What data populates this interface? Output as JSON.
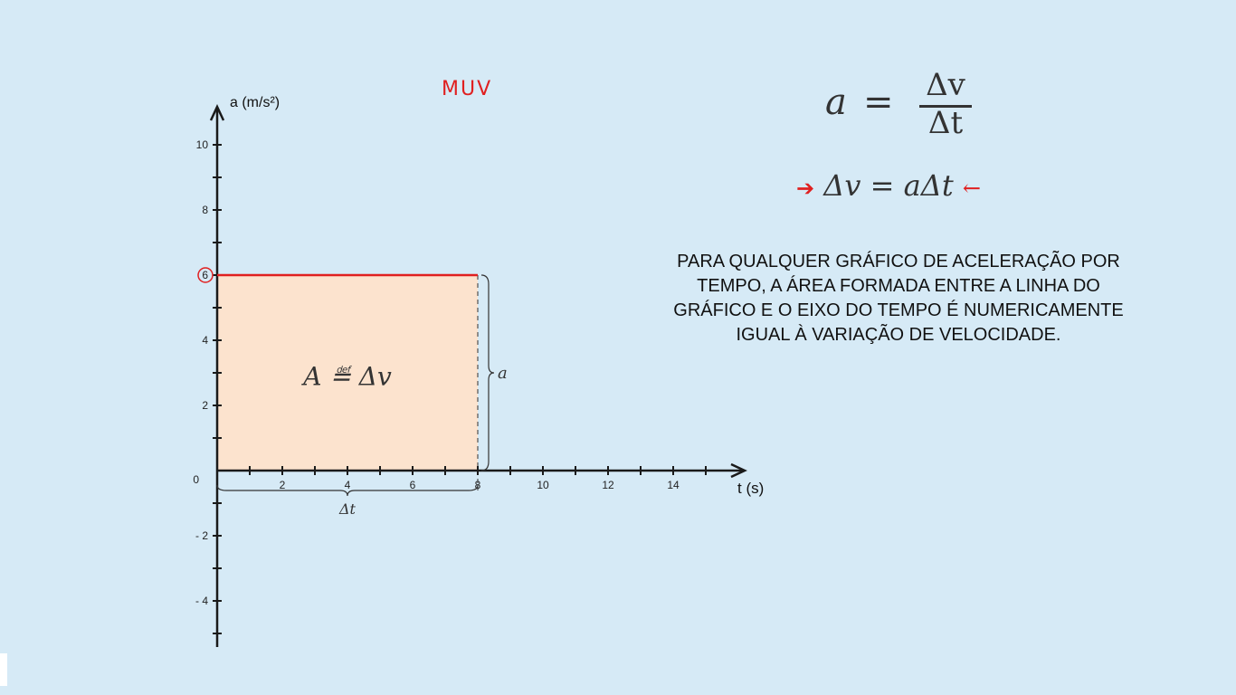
{
  "annotation_muv": "MUV",
  "formula_1": {
    "lhs": "a",
    "eq": "=",
    "numerator": "Δv",
    "denominator": "Δt"
  },
  "formula_2": {
    "text": "Δv = aΔt"
  },
  "paragraph": "PARA QUALQUER GRÁFICO DE ACELERAÇÃO POR TEMPO, A ÁREA FORMADA ENTRE A LINHA DO GRÁFICO E O EIXO DO TEMPO É NUMERICAMENTE IGUAL À VARIAÇÃO DE VELOCIDADE.",
  "area_label": "A ≝ Δv",
  "brace_label_a": "a",
  "brace_label_dt": "Δt",
  "colors": {
    "background": "#d6eaf6",
    "line": "#e02020",
    "area_fill": "#fce3ce",
    "axis": "#1a1a1a",
    "annotation_red": "#e02020"
  },
  "chart_data": {
    "type": "line",
    "xlabel": "t (s)",
    "ylabel": "a (m/s²)",
    "xlim": [
      0,
      16
    ],
    "ylim": [
      -5.5,
      11
    ],
    "x_ticks": [
      2,
      4,
      6,
      8,
      10,
      12,
      14
    ],
    "y_ticks": [
      -4,
      -2,
      2,
      4,
      6,
      8,
      10
    ],
    "origin_label": "0",
    "series": [
      {
        "x": [
          0,
          8
        ],
        "y": [
          6,
          6
        ]
      }
    ],
    "shaded_area": {
      "x": [
        0,
        8
      ],
      "y": 6
    },
    "highlighted_y_tick": 6
  }
}
